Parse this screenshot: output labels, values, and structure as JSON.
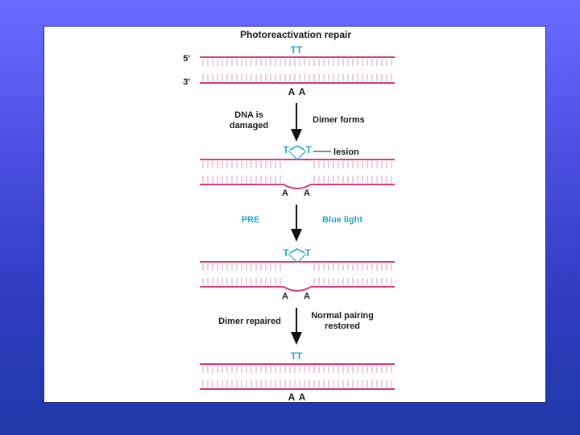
{
  "title": "Photoreactivation repair",
  "strand_labels": {
    "five_prime": "5'",
    "three_prime": "3'"
  },
  "stages": [
    {
      "top_bases": "TT",
      "bottom_bases": [
        "A",
        "A"
      ]
    },
    {
      "top_bases": [
        "T",
        "T"
      ],
      "bottom_bases": [
        "A",
        "A"
      ],
      "callout": "lesion"
    },
    {
      "top_bases": [
        "T",
        "T"
      ],
      "bottom_bases": [
        "A",
        "A"
      ]
    },
    {
      "top_bases": "TT",
      "bottom_bases": [
        "A",
        "A"
      ]
    }
  ],
  "steps": [
    {
      "left": [
        "DNA is",
        "damaged"
      ],
      "right": [
        "Dimer forms"
      ]
    },
    {
      "left": [
        "PRE"
      ],
      "right": [
        "Blue light"
      ]
    },
    {
      "left": [
        "Dimer repaired"
      ],
      "right": [
        "Normal pairing",
        "restored"
      ]
    }
  ],
  "colors": {
    "strand": "#d23a7a",
    "tick": "#e59bbd",
    "dimer": "#27a6c9",
    "arrow": "#111111",
    "text": "#1a1a1a",
    "label_blue": "#27a6c9"
  }
}
